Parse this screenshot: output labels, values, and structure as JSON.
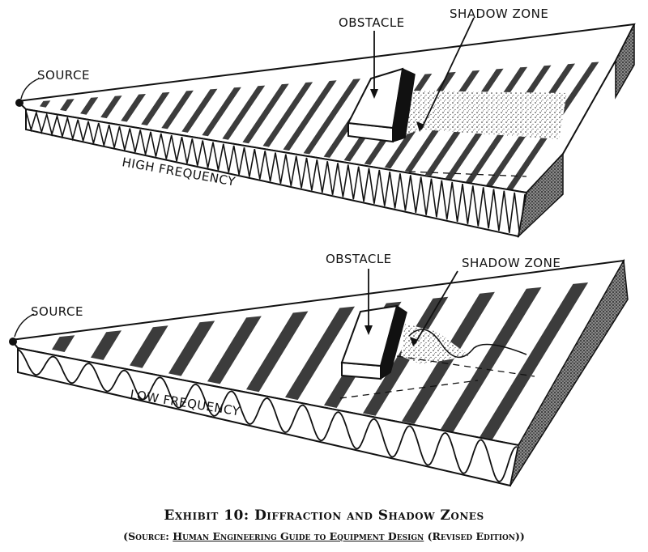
{
  "top_panel": {
    "source_label": "SOURCE",
    "obstacle_label": "OBSTACLE",
    "shadow_label": "SHADOW ZONE",
    "frequency_label": "HIGH FREQUENCY",
    "wave_cycles": 48,
    "band_count": 24
  },
  "bottom_panel": {
    "source_label": "SOURCE",
    "obstacle_label": "OBSTACLE",
    "shadow_label": "SHADOW ZONE",
    "frequency_label": "LOW FREQUENCY",
    "wave_cycles": 14,
    "band_count": 12
  },
  "caption": {
    "title": "Exhibit 10:  Diffraction and Shadow Zones",
    "source_prefix": "(Source:  ",
    "source_book": "Human Engineering Guide to Equipment Design",
    "source_suffix": " (Revised Edition))"
  }
}
